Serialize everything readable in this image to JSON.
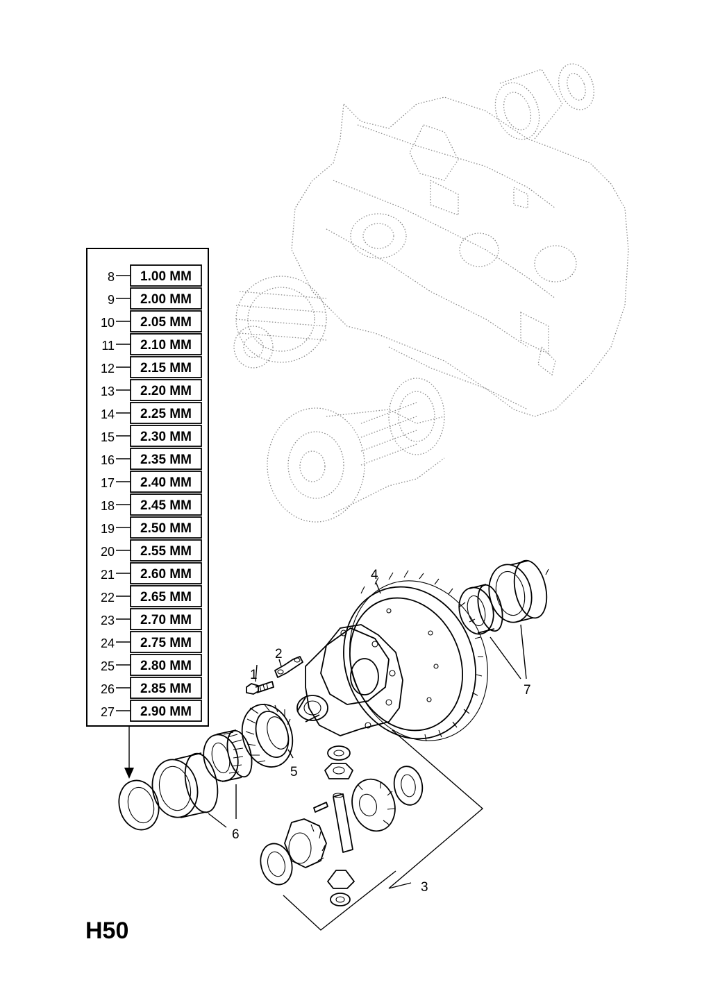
{
  "diagram_code": "H50",
  "shim_table": {
    "rows": [
      {
        "num": "8",
        "value": "1.00 MM"
      },
      {
        "num": "9",
        "value": "2.00 MM"
      },
      {
        "num": "10",
        "value": "2.05 MM"
      },
      {
        "num": "11",
        "value": "2.10 MM"
      },
      {
        "num": "12",
        "value": "2.15 MM"
      },
      {
        "num": "13",
        "value": "2.20 MM"
      },
      {
        "num": "14",
        "value": "2.25 MM"
      },
      {
        "num": "15",
        "value": "2.30 MM"
      },
      {
        "num": "16",
        "value": "2.35 MM"
      },
      {
        "num": "17",
        "value": "2.40 MM"
      },
      {
        "num": "18",
        "value": "2.45 MM"
      },
      {
        "num": "19",
        "value": "2.50 MM"
      },
      {
        "num": "20",
        "value": "2.55 MM"
      },
      {
        "num": "21",
        "value": "2.60 MM"
      },
      {
        "num": "22",
        "value": "2.65 MM"
      },
      {
        "num": "23",
        "value": "2.70 MM"
      },
      {
        "num": "24",
        "value": "2.75 MM"
      },
      {
        "num": "25",
        "value": "2.80 MM"
      },
      {
        "num": "26",
        "value": "2.85 MM"
      },
      {
        "num": "27",
        "value": "2.90 MM"
      }
    ]
  },
  "callouts": {
    "c1": "1",
    "c2": "2",
    "c3": "3",
    "c4": "4",
    "c5": "5",
    "c6": "6",
    "c7": "7"
  }
}
